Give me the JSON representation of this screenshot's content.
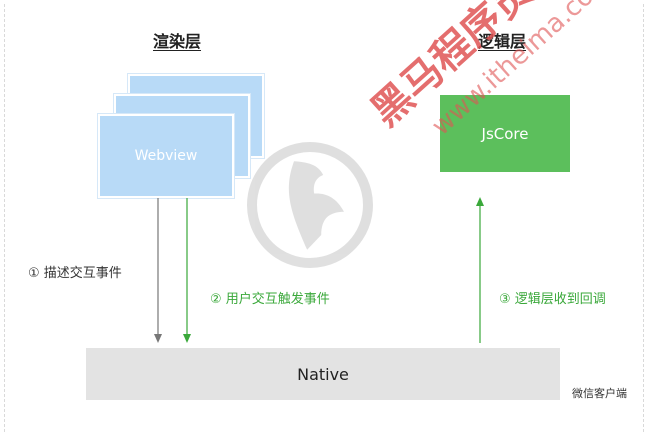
{
  "diagram": {
    "render_layer_title": "渲染层",
    "logic_layer_title": "逻辑层",
    "webview_label": "Webview",
    "jscore_label": "JsCore",
    "native_label": "Native",
    "client_label": "微信客户端",
    "step1": "① 描述交互事件",
    "step2": "② 用户交互触发事件",
    "step3": "③ 逻辑层收到回调",
    "colors": {
      "webview": "#b8daf7",
      "jscore": "#5cbf5c",
      "native": "#e3e3e3",
      "arrow_gray": "#777777",
      "arrow_green": "#3aa83a"
    }
  },
  "watermark": {
    "brand": "黑马程序员",
    "url": "www.itheima.com"
  }
}
